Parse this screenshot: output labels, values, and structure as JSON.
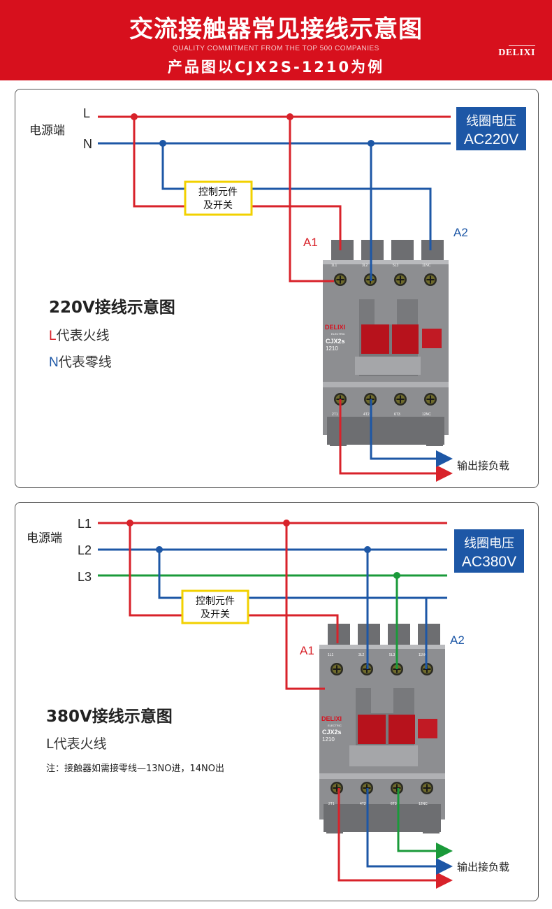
{
  "header": {
    "title": "交流接触器常见接线示意图",
    "subtitle": "QUALITY COMMITMENT FROM THE TOP 500 COMPANIES",
    "product": "产品图以CJX2S-1210为例",
    "brand": "DELIXI"
  },
  "diagram220": {
    "power_label": "电源端",
    "line_L": "L",
    "line_N": "N",
    "coil_title": "线圈电压",
    "coil_voltage": "AC220V",
    "control_line1": "控制元件",
    "control_line2": "及开关",
    "a1": "A1",
    "a2": "A2",
    "heading": "220V接线示意图",
    "legend_L_key": "L",
    "legend_L_text": "代表火线",
    "legend_N_key": "N",
    "legend_N_text": "代表零线",
    "output": "输出接负载"
  },
  "diagram380": {
    "power_label": "电源端",
    "line_L1": "L1",
    "line_L2": "L2",
    "line_L3": "L3",
    "coil_title": "线圈电压",
    "coil_voltage": "AC380V",
    "control_line1": "控制元件",
    "control_line2": "及开关",
    "a1": "A1",
    "a2": "A2",
    "heading": "380V接线示意图",
    "legend_L": "L代表火线",
    "note": "注：接触器如需接零线—13NO进，14NO出",
    "output": "输出接负载"
  },
  "contactor": {
    "brand": "DELIXI",
    "brand_sub": "ELECTRIC",
    "model": "CJX2s",
    "rating": "1210",
    "top_terminals": [
      "1L1",
      "3L2",
      "5L3",
      "11NC"
    ],
    "bottom_terminals": [
      "2T1",
      "4T2",
      "6T3",
      "12NC"
    ]
  },
  "colors": {
    "red": "#d8222a",
    "blue": "#1d57a6",
    "green": "#1a9a3a",
    "yellow": "#f2d100",
    "header": "#d7101d",
    "coil_box": "#1d57a6",
    "contactor_body": "#8d8e91"
  }
}
